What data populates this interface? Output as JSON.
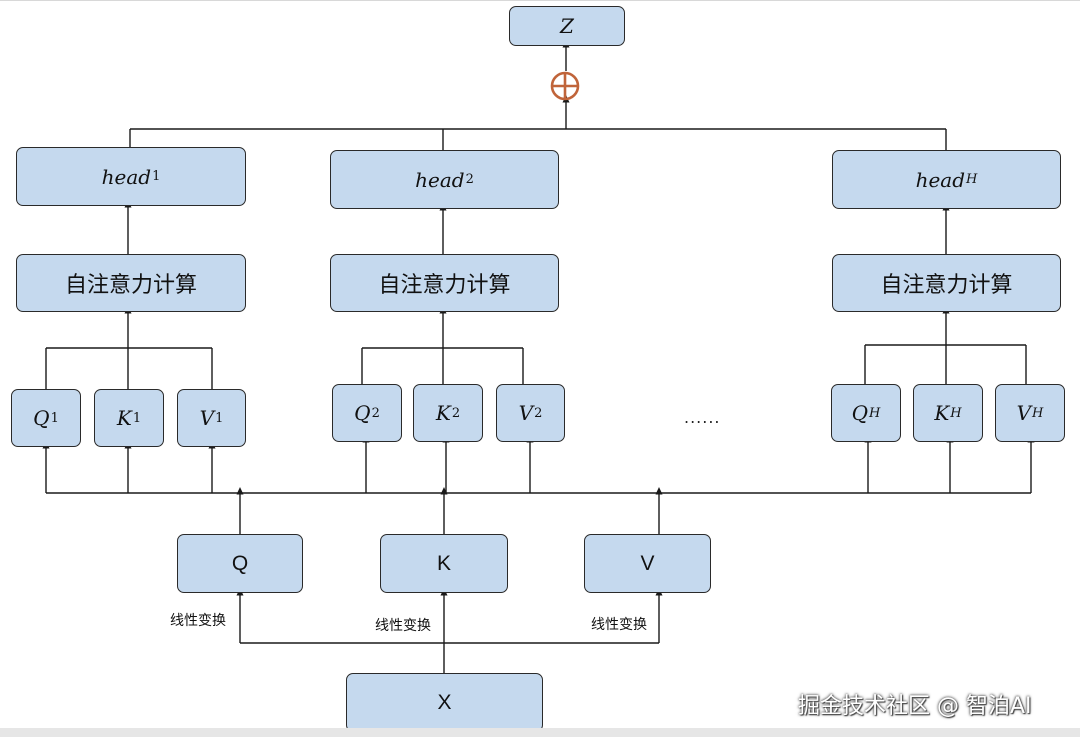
{
  "z_label": "Z",
  "heads": [
    {
      "base": "head",
      "sub": "1"
    },
    {
      "base": "head",
      "sub": "2"
    },
    {
      "base": "head",
      "sub": "H"
    }
  ],
  "attention_label": "自注意力计算",
  "per_head_qkv": [
    [
      {
        "base": "Q",
        "sub": "1"
      },
      {
        "base": "K",
        "sub": "1"
      },
      {
        "base": "V",
        "sub": "1"
      }
    ],
    [
      {
        "base": "Q",
        "sub": "2"
      },
      {
        "base": "K",
        "sub": "2"
      },
      {
        "base": "V",
        "sub": "2"
      }
    ],
    [
      {
        "base": "Q",
        "sub": "H"
      },
      {
        "base": "K",
        "sub": "H"
      },
      {
        "base": "V",
        "sub": "H"
      }
    ]
  ],
  "ellipsis": "......",
  "projections": [
    "Q",
    "K",
    "V"
  ],
  "linear_transform_label": "线性变换",
  "input_label": "X",
  "watermark": "掘金技术社区 @ 智泊AI",
  "colors": {
    "box_fill": "#c5d9ee",
    "plus_circle": "#c0643a",
    "line": "#1a1a1a"
  }
}
